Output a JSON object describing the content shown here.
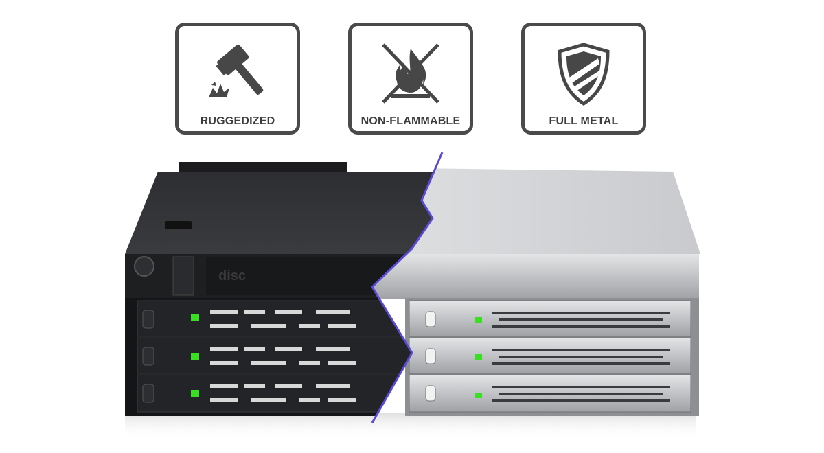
{
  "features": [
    {
      "label": "RUGGEDIZED",
      "icon": "hammer-icon"
    },
    {
      "label": "NON-FLAMMABLE",
      "icon": "no-fire-icon"
    },
    {
      "label": "FULL METAL",
      "icon": "shield-icon"
    }
  ],
  "product": {
    "brand_plate": "disc",
    "bay_count": 3,
    "colors": {
      "badge_border": "#4a4a4a",
      "led": "#39e021",
      "divider": "#5a4bd6",
      "black_finish": "#1e1f21",
      "silver_finish": "#c4c6c9"
    }
  }
}
